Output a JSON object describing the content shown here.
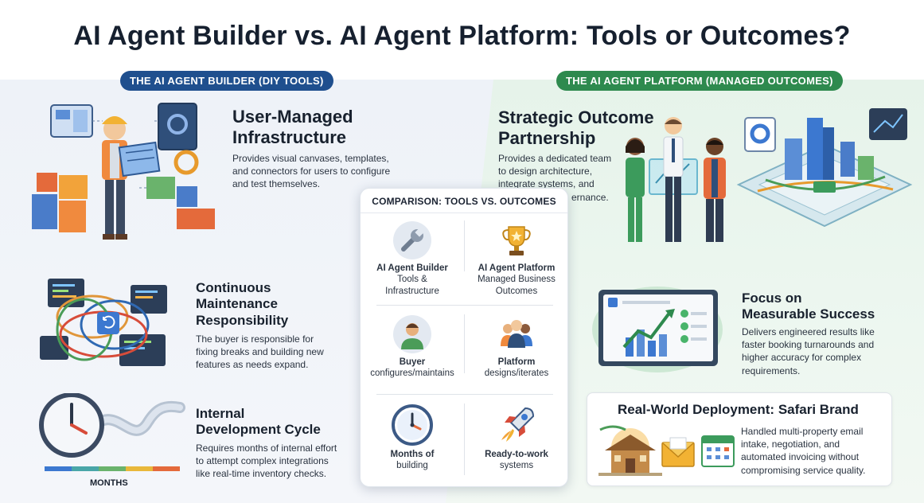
{
  "title": "AI Agent Builder vs. AI Agent Platform: Tools or Outcomes?",
  "left": {
    "pill": "THE AI AGENT BUILDER (DIY TOOLS)",
    "sections": [
      {
        "heading": "User-Managed Infrastructure",
        "heading_lines": [
          "User-Managed",
          "Infrastructure"
        ],
        "body_lines": [
          "Provides visual canvases, templates,",
          "and connectors for users to configure",
          "and test themselves."
        ]
      },
      {
        "heading": "Continuous Maintenance Responsibility",
        "heading_lines": [
          "Continuous",
          "Maintenance",
          "Responsibility"
        ],
        "body_lines": [
          "The buyer is responsible for",
          "fixing breaks and building new",
          "features as needs expand."
        ]
      },
      {
        "heading": "Internal Development Cycle",
        "heading_lines": [
          "Internal",
          "Development Cycle"
        ],
        "body_lines": [
          "Requires months of internal effort",
          "to attempt complex integrations",
          "like real-time inventory checks."
        ]
      }
    ],
    "timeline_label": "MONTHS"
  },
  "right": {
    "pill": "THE AI AGENT PLATFORM (MANAGED OUTCOMES)",
    "sections": [
      {
        "heading": "Strategic Outcome Partnership",
        "heading_lines": [
          "Strategic Outcome",
          "Partnership"
        ],
        "body_lines": [
          "Provides a dedicated team",
          "to design architecture,",
          "integrate systems, and",
          "ernance."
        ]
      },
      {
        "heading": "Focus on Measurable Success",
        "heading_lines": [
          "Focus on",
          "Measurable Success"
        ],
        "body_lines": [
          "Delivers engineered results like",
          "faster booking turnarounds and",
          "higher accuracy for complex",
          "requirements."
        ]
      }
    ],
    "deployment": {
      "heading": "Real-World Deployment: Safari Brand",
      "body_lines": [
        "Handled multi-property email",
        "intake, negotiation, and",
        "automated invoicing without",
        "compromising service quality."
      ]
    }
  },
  "comparison": {
    "title": "COMPARISON: TOOLS VS. OUTCOMES",
    "rows": [
      {
        "left": {
          "icon": "wrench-icon",
          "title": "AI Agent Builder",
          "lines": [
            "Tools &",
            "Infrastructure"
          ]
        },
        "right": {
          "icon": "trophy-icon",
          "title": "AI Agent Platform",
          "lines": [
            "Managed Business",
            "Outcomes"
          ]
        }
      },
      {
        "left": {
          "icon": "person-icon",
          "title": "Buyer",
          "lines": [
            "configures/maintains"
          ]
        },
        "right": {
          "icon": "team-icon",
          "title": "Platform",
          "lines": [
            "designs/iterates"
          ]
        }
      },
      {
        "left": {
          "icon": "clock-icon",
          "title": "Months of",
          "lines": [
            "building"
          ]
        },
        "right": {
          "icon": "rocket-icon",
          "title": "Ready-to-work",
          "lines": [
            "systems"
          ]
        }
      }
    ]
  },
  "colors": {
    "builder_blue": "#1f4f8e",
    "platform_green": "#2e8a4e",
    "left_background": "#eef2f8",
    "right_background": "#e6f3ea"
  }
}
